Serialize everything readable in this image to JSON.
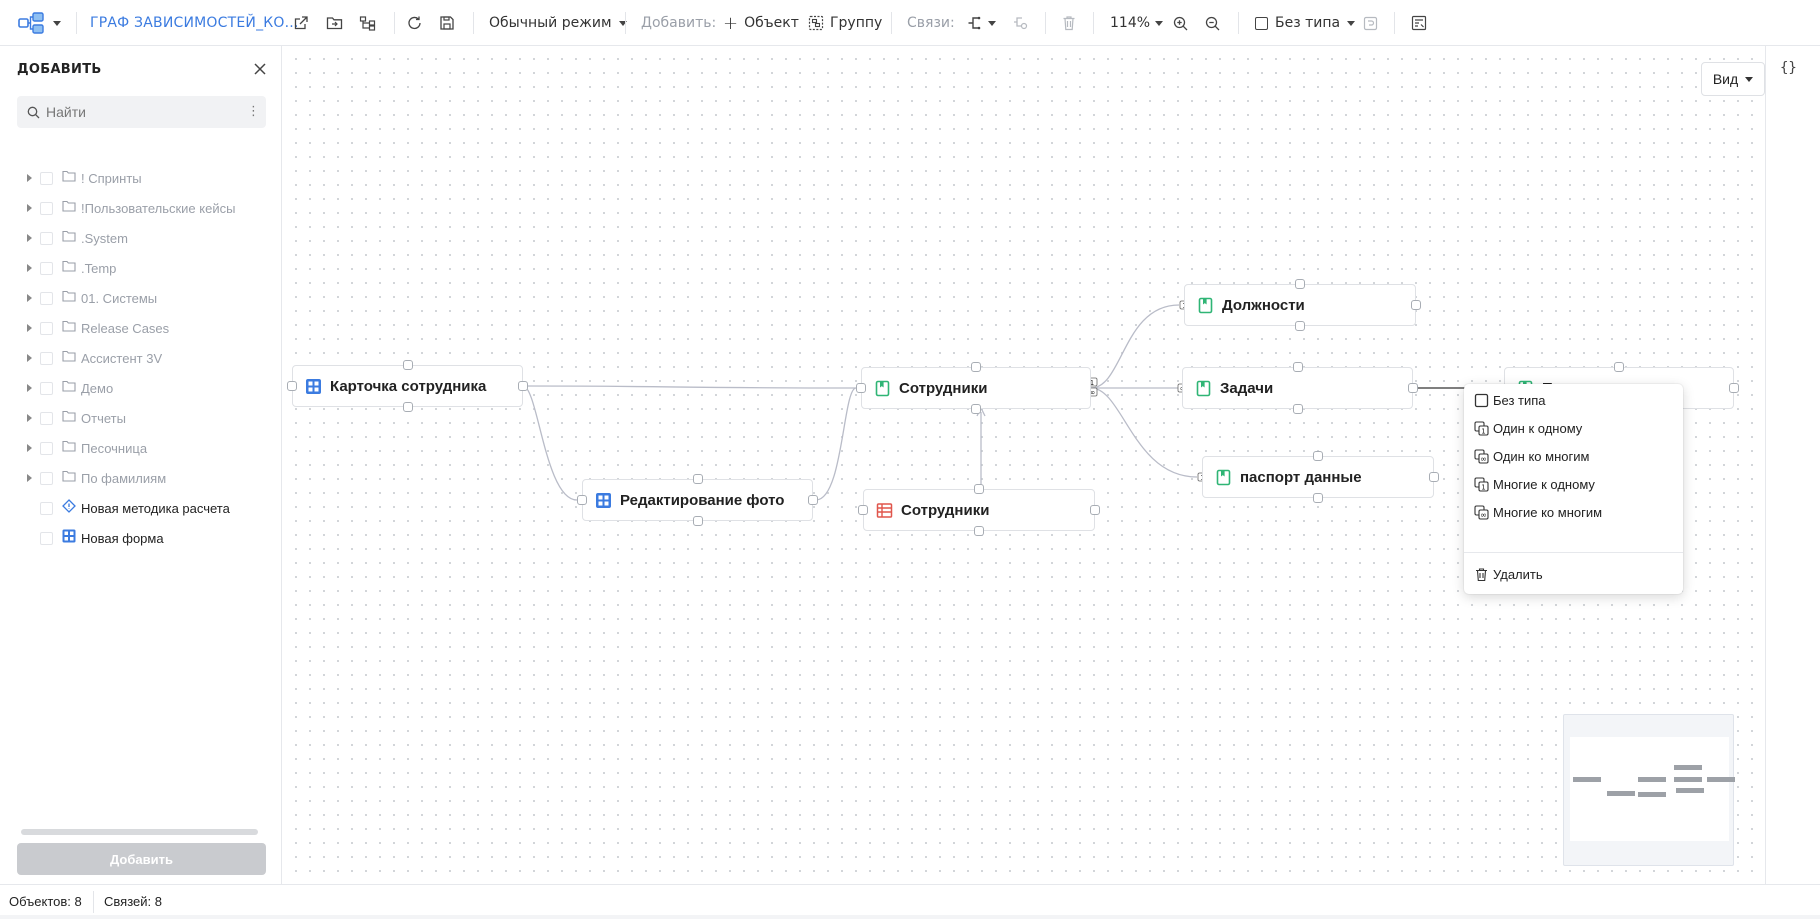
{
  "toolbar": {
    "title": "ГРАФ ЗАВИСИМОСТЕЙ_КО...",
    "mode": "Обычный режим",
    "add_label": "Добавить:",
    "add_object": "Объект",
    "add_group": "Группу",
    "links_label": "Связи:",
    "zoom": "114%",
    "type_filter": "Без типа"
  },
  "sidebar": {
    "title": "ДОБАВИТЬ",
    "search_placeholder": "Найти",
    "items": [
      {
        "label": "! Спринты",
        "kind": "folder"
      },
      {
        "label": "!Пользовательские кейсы",
        "kind": "folder"
      },
      {
        "label": ".System",
        "kind": "folder"
      },
      {
        "label": ".Temp",
        "kind": "folder"
      },
      {
        "label": "01. Системы",
        "kind": "folder"
      },
      {
        "label": "Release Cases",
        "kind": "folder"
      },
      {
        "label": "Ассистент 3V",
        "kind": "folder"
      },
      {
        "label": "Демо",
        "kind": "folder"
      },
      {
        "label": "Отчеты",
        "kind": "folder"
      },
      {
        "label": "Песочница",
        "kind": "folder"
      },
      {
        "label": "По фамилиям",
        "kind": "folder"
      },
      {
        "label": "Новая методика расчета",
        "kind": "method"
      },
      {
        "label": "Новая форма",
        "kind": "form"
      }
    ],
    "add_button": "Добавить"
  },
  "canvas": {
    "view_button": "Вид",
    "nodes": [
      {
        "id": "card",
        "label": "Карточка сотрудника",
        "icon": "form-icon"
      },
      {
        "id": "edit",
        "label": "Редактирование фото",
        "icon": "form-icon"
      },
      {
        "id": "emp1",
        "label": "Сотрудники",
        "icon": "catalog-icon"
      },
      {
        "id": "emp2",
        "label": "Сотрудники",
        "icon": "table-icon"
      },
      {
        "id": "pos",
        "label": "Должности",
        "icon": "catalog-icon"
      },
      {
        "id": "tasks",
        "label": "Задачи",
        "icon": "catalog-icon"
      },
      {
        "id": "pass",
        "label": "паспорт данные",
        "icon": "catalog-icon"
      },
      {
        "id": "hidden",
        "label": "П",
        "icon": "catalog-icon"
      }
    ],
    "relation_badges": {
      "one": "1",
      "many": "∞"
    }
  },
  "context_menu": {
    "items": [
      {
        "label": "Без типа",
        "icon": "checkbox-icon"
      },
      {
        "label": "Один к одному",
        "icon": "one-to-one-icon"
      },
      {
        "label": "Один ко многим",
        "icon": "one-to-many-icon"
      },
      {
        "label": "Многие к одному",
        "icon": "many-to-one-icon"
      },
      {
        "label": "Многие ко многим",
        "icon": "many-to-many-icon"
      }
    ],
    "delete_label": "Удалить"
  },
  "status": {
    "objects": "Объектов: 8",
    "links": "Связей: 8"
  },
  "right_panel": {
    "json_button": "{}"
  },
  "colors": {
    "accent_blue": "#3b7be0",
    "catalog_green": "#2fb575",
    "table_red": "#e0564c"
  }
}
